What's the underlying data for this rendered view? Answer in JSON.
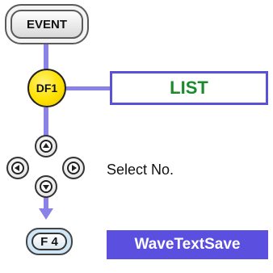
{
  "keys": {
    "event_label": "EVENT",
    "df1_label": "DF1",
    "f4_label": "F 4"
  },
  "steps": {
    "list_label": "LIST",
    "select_label": "Select No.",
    "wave_text_save_label": "WaveTextSave"
  },
  "colors": {
    "connector": "#8a82e6",
    "list_border": "#5a52d6",
    "list_text": "#1b8a2a",
    "df1_key": "#ffe100",
    "wave_box": "#5b4fe0"
  }
}
